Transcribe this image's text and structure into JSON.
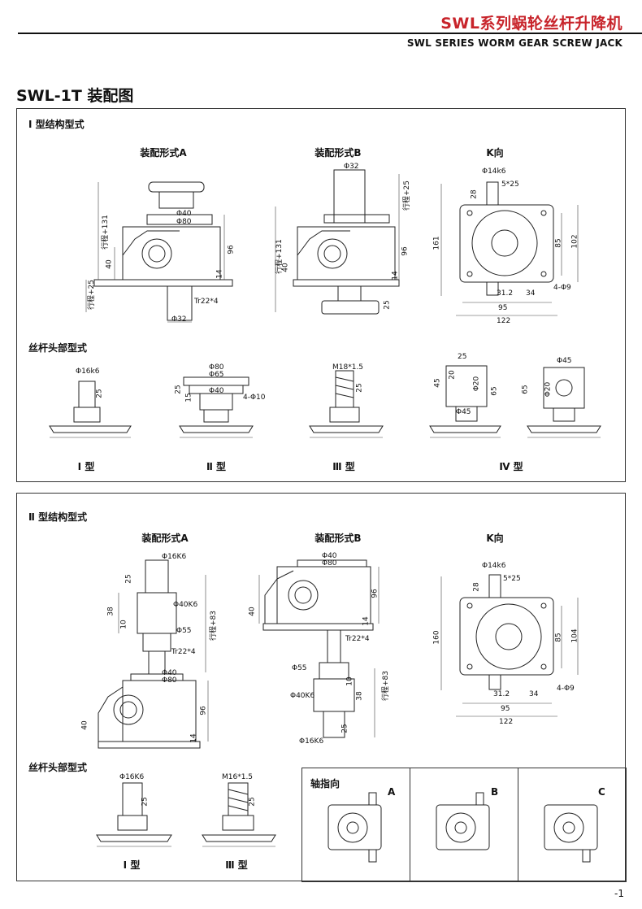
{
  "header": {
    "title_cn": "SWL系列蜗轮丝杆升降机",
    "title_en": "SWL SERIES WORM GEAR SCREW JACK"
  },
  "page_title": "SWL-1T 装配图",
  "panel1": {
    "section_title": "Ⅰ 型结构型式",
    "assembly_a": "装配形式A",
    "assembly_b": "装配形式B",
    "k_view": "K向",
    "screw_head_title": "丝杆头部型式",
    "head_types": [
      "Ⅰ 型",
      "Ⅱ 型",
      "Ⅲ 型",
      "Ⅳ 型"
    ],
    "dims_a": [
      "Φ40",
      "Φ80",
      "行程+131",
      "96",
      "40",
      "14",
      "行程+25",
      "Tr22*4",
      "Φ32"
    ],
    "dims_b": [
      "Φ32",
      "行程+25",
      "行程+131",
      "96",
      "40",
      "14",
      "25"
    ],
    "dims_k": [
      "Φ14k6",
      "5*25",
      "28",
      "161",
      "85",
      "102",
      "31.2",
      "34",
      "4-Φ9",
      "95",
      "122"
    ],
    "head_dims": [
      "Φ16k6",
      "25",
      "Φ80",
      "Φ65",
      "Φ40",
      "25",
      "15",
      "4-Φ10",
      "M18*1.5",
      "25",
      "25",
      "20",
      "45",
      "Φ20",
      "65",
      "Φ45",
      "Φ45",
      "65",
      "Φ20"
    ]
  },
  "panel2": {
    "section_title": "Ⅱ 型结构型式",
    "assembly_a": "装配形式A",
    "assembly_b": "装配形式B",
    "k_view": "K向",
    "screw_head_title": "丝杆头部型式",
    "head_types": [
      "Ⅰ 型",
      "Ⅲ 型"
    ],
    "axis_direction": "轴指向",
    "axis_labels": [
      "A",
      "B",
      "C"
    ],
    "dims_a": [
      "Φ16K6",
      "25",
      "38",
      "Φ40K6",
      "10",
      "Φ55",
      "行程+83",
      "Tr22*4",
      "Φ40",
      "Φ80",
      "96",
      "40",
      "14"
    ],
    "dims_b": [
      "Φ40",
      "Φ80",
      "96",
      "40",
      "14",
      "Tr22*4",
      "Φ55",
      "10",
      "Φ40K6",
      "38",
      "行程+83",
      "25",
      "Φ16K6"
    ],
    "dims_k": [
      "Φ14k6",
      "5*25",
      "28",
      "160",
      "85",
      "104",
      "31.2",
      "34",
      "4-Φ9",
      "95",
      "122"
    ],
    "head_dims": [
      "Φ16K6",
      "25",
      "M16*1.5",
      "25"
    ]
  },
  "page_number": "-1"
}
